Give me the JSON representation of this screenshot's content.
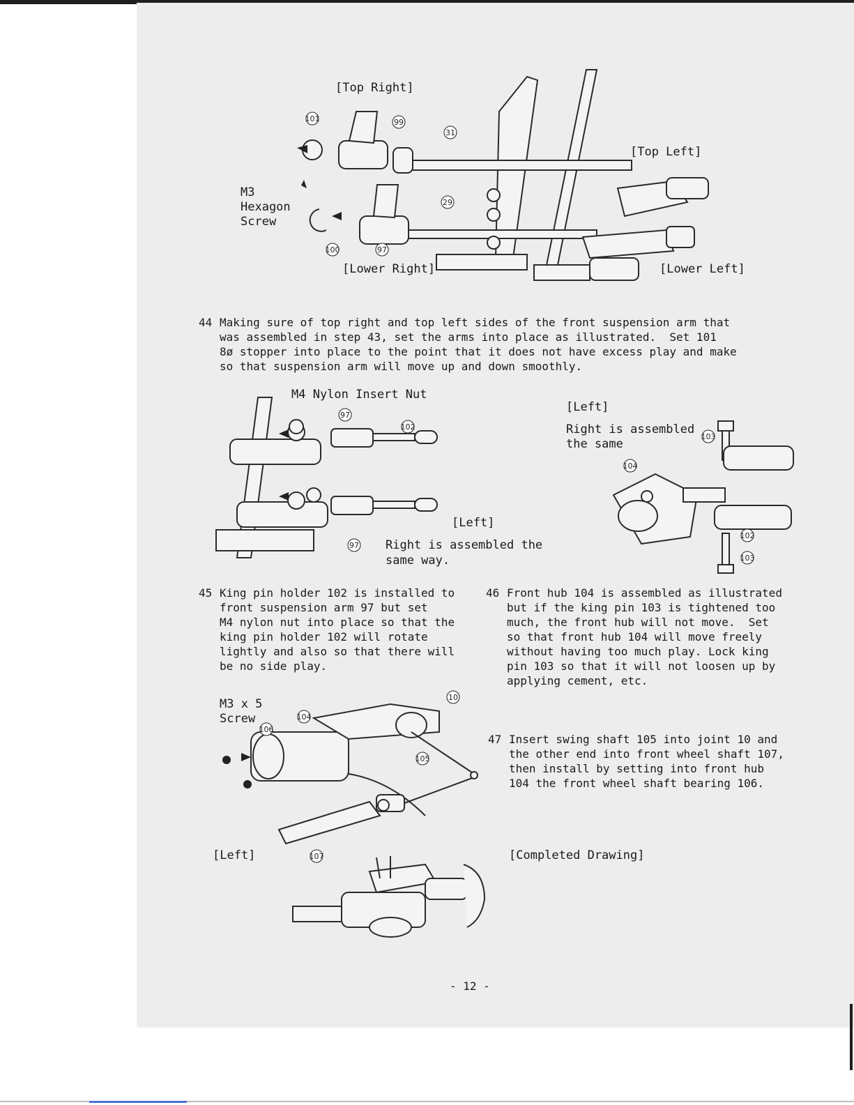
{
  "fig1": {
    "top_right": "[Top Right]",
    "top_left": "[Top Left]",
    "lower_right": "[Lower Right]",
    "lower_left": "[Lower Left]",
    "m3_hexagon_screw": [
      "M3",
      "Hexagon",
      "Screw"
    ],
    "parts": [
      "101",
      "99",
      "31",
      "29",
      "100",
      "97"
    ]
  },
  "step44": {
    "number": "44",
    "lines": [
      "Making sure of top right and top left sides of the front suspension arm that",
      "was assembled in step 43, set the arms into place as illustrated.  Set 101",
      "8ø stopper into place to the point that it does not have excess play and make",
      "so that suspension arm will move up and down smoothly."
    ]
  },
  "fig2": {
    "nut_label": "M4 Nylon Insert Nut",
    "left_label": "[Left]",
    "right_note": [
      "Right is assembled the",
      "same way."
    ],
    "parts": [
      "97",
      "102",
      "97"
    ]
  },
  "fig3": {
    "left_label": "[Left]",
    "right_note": [
      "Right is assembled",
      "the same"
    ],
    "parts": [
      "103",
      "104",
      "102",
      "103"
    ]
  },
  "step45": {
    "number": "45",
    "lines": [
      "King pin holder 102 is installed to",
      "front suspension arm 97 but set",
      "M4 nylon nut into place so that the",
      "king pin holder 102 will rotate",
      "lightly and also so that there will",
      "be no side play."
    ]
  },
  "step46": {
    "number": "46",
    "lines": [
      "Front hub 104 is assembled as illustrated",
      "but if the king pin 103 is tightened too",
      "much, the front hub will not move.  Set",
      "so that front hub 104 will move freely",
      "without having too much play. Lock king",
      "pin 103 so that it will not loosen up by",
      "applying cement, etc."
    ]
  },
  "fig4": {
    "screw_label": [
      "M3 x 5",
      "Screw"
    ],
    "left_label": "[Left]",
    "parts": [
      "104",
      "106",
      "10",
      "105",
      "107"
    ]
  },
  "step47": {
    "number": "47",
    "lines": [
      "Insert swing shaft 105 into joint 10 and",
      "the other end into front wheel shaft 107,",
      "then install by setting into front hub",
      "104 the front wheel shaft bearing 106."
    ]
  },
  "fig5": {
    "label": "[Completed Drawing]"
  },
  "footer": {
    "page_number": "- 12 -"
  }
}
